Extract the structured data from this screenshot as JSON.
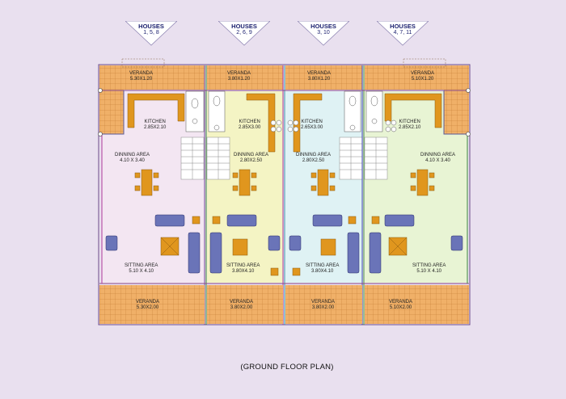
{
  "houses": [
    {
      "title": "HOUSES",
      "numbers": "1, 5, 8"
    },
    {
      "title": "HOUSES",
      "numbers": "2, 6, 9"
    },
    {
      "title": "HOUSES",
      "numbers": "3, 10"
    },
    {
      "title": "HOUSES",
      "numbers": "4, 7, 11"
    }
  ],
  "rooms": {
    "veranda_top": [
      {
        "name": "VERANDA",
        "size": "5.30X1.20"
      },
      {
        "name": "VERANDA",
        "size": "3.80X1.20"
      },
      {
        "name": "VERANDA",
        "size": "3.80X1.20"
      },
      {
        "name": "VERANDA",
        "size": "5.10X1.20"
      }
    ],
    "kitchen": [
      {
        "name": "KITCHEN",
        "size": "2.85X2.10"
      },
      {
        "name": "KITCHEN",
        "size": "2.85X3.00"
      },
      {
        "name": "KITCHEN",
        "size": "2.65X3.00"
      },
      {
        "name": "KITCHEN",
        "size": "2.85X2.10"
      }
    ],
    "dining": [
      {
        "name": "DINNING AREA",
        "size": "4.10 X 3.40"
      },
      {
        "name": "DINNING AREA",
        "size": "2.80X2.50"
      },
      {
        "name": "DINNING AREA",
        "size": "2.80X2.50"
      },
      {
        "name": "DINNING AREA",
        "size": "4.10 X 3.40"
      }
    ],
    "sitting": [
      {
        "name": "SITTING AREA",
        "size": "5.10 X 4.10"
      },
      {
        "name": "SITTING AREA",
        "size": "3.80X4.10"
      },
      {
        "name": "SITTING AREA",
        "size": "3.80X4.10"
      },
      {
        "name": "SITTING AREA",
        "size": "5.10 X 4.10"
      }
    ],
    "veranda_bottom": [
      {
        "name": "VERANDA",
        "size": "5.30X2.00"
      },
      {
        "name": "VERANDA",
        "size": "3.80X2.00"
      },
      {
        "name": "VERANDA",
        "size": "3.80X2.00"
      },
      {
        "name": "VERANDA",
        "size": "5.10X2.00"
      }
    ]
  },
  "caption": "(GROUND FLOOR PLAN)",
  "colors": {
    "background": "#e9e0ef",
    "veranda": "#f0b068",
    "veranda_lines": "#c07830",
    "room_pink": "#f3e6f2",
    "room_yellow": "#f4f4c4",
    "room_cyan": "#dff2f4",
    "room_green": "#e8f4d4",
    "furniture_wood": "#e0961e",
    "sofa_blue": "#6a74b8",
    "title_navy": "#1a1f6e"
  }
}
